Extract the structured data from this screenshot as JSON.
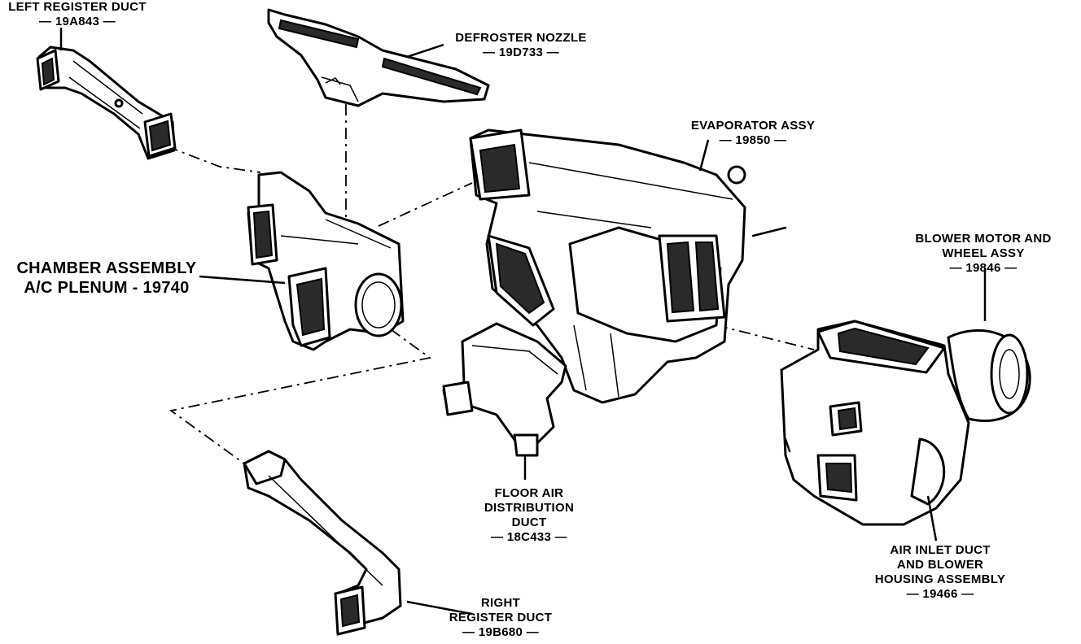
{
  "labels": {
    "left_register_duct": {
      "name": "LEFT REGISTER DUCT",
      "part": "— 19A843 —"
    },
    "defroster_nozzle": {
      "name": "DEFROSTER NOZZLE",
      "part": "— 19D733 —"
    },
    "evaporator_assy": {
      "name": "EVAPORATOR ASSY",
      "part": "— 19850 —"
    },
    "blower_motor": {
      "line1": "BLOWER MOTOR AND",
      "line2": "WHEEL ASSY",
      "part": "— 19846 —"
    },
    "chamber_assembly": {
      "line1": "CHAMBER ASSEMBLY",
      "line2": "A/C PLENUM - 19740"
    },
    "floor_air_duct": {
      "line1": "FLOOR AIR",
      "line2": "DISTRIBUTION",
      "line3": "DUCT",
      "part": "— 18C433 —"
    },
    "air_inlet_duct": {
      "line1": "AIR INLET DUCT",
      "line2": "AND BLOWER",
      "line3": "HOUSING ASSEMBLY",
      "part": "— 19466 —"
    },
    "right_register_duct": {
      "line1": "RIGHT",
      "line2": "REGISTER DUCT",
      "part": "— 19B680 —"
    }
  }
}
